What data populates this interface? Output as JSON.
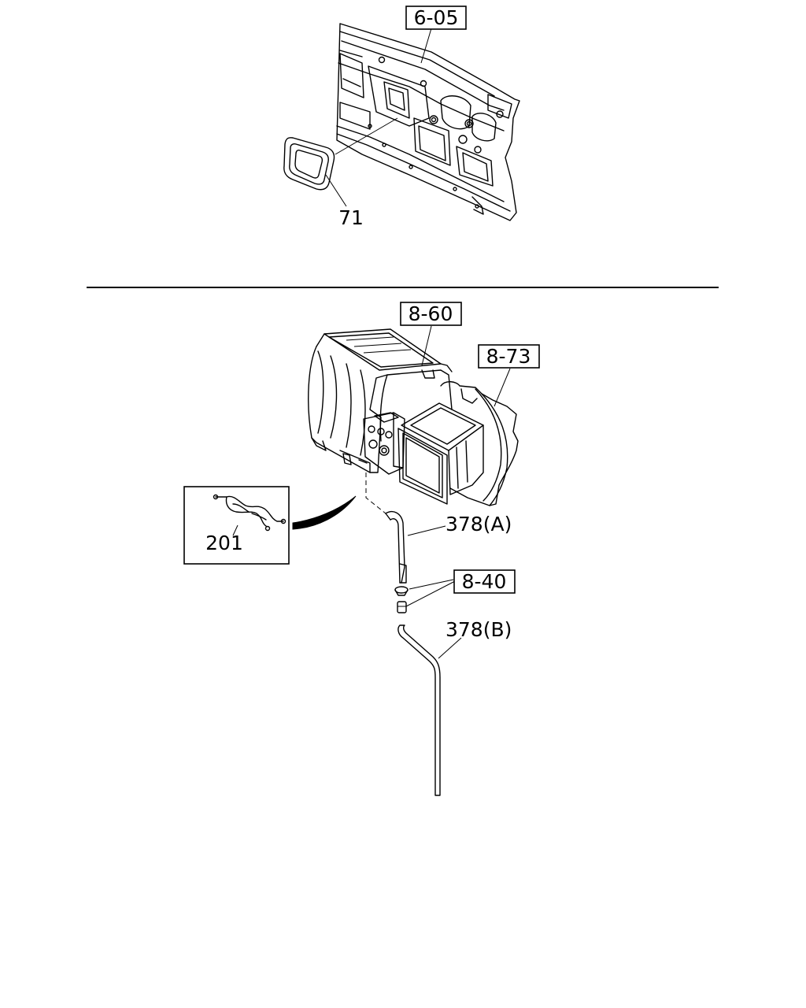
{
  "upper_section": {
    "ref_label": "6-05",
    "part_71_label": "71"
  },
  "lower_section": {
    "ref_label_heater": "8-60",
    "ref_label_blower": "8-73",
    "ref_label_clip": "8-40",
    "part_201_label": "201",
    "part_378a_label": "378(A)",
    "part_378b_label": "378(B)"
  }
}
